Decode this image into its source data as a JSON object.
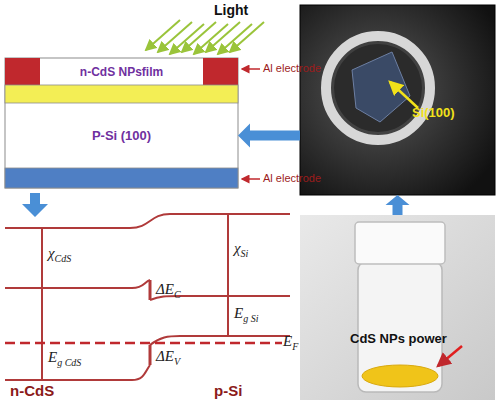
{
  "diagram": {
    "nodes": [
      {
        "text": [
          "n-CdS NPsfilm"
        ]
      },
      {
        "text": [
          "P-Si (100)"
        ]
      },
      {
        "text": [
          "Si(100)"
        ]
      },
      {
        "text": [
          "CdS NPs power"
        ]
      }
    ],
    "edges": [
      {
        "from": 3,
        "to": 2,
        "arrow": "to"
      },
      {
        "from": 2,
        "to": 1,
        "arrow": "to"
      }
    ],
    "labels": [
      "Light",
      "Al electrode",
      "Al electrode",
      "χCdS",
      "χSi",
      "ΔEC",
      "Eg Si",
      "EF",
      "Eg CdS",
      "ΔEV",
      "n-CdS",
      "p-Si"
    ]
  }
}
